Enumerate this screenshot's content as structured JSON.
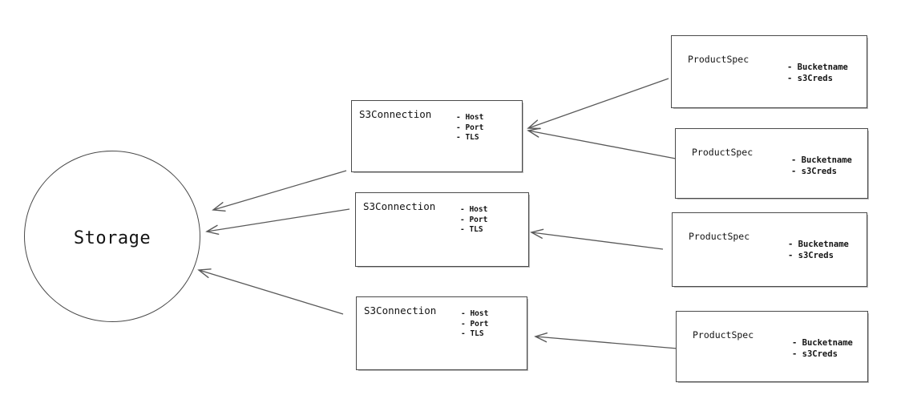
{
  "diagram": {
    "storage": {
      "label": "Storage"
    },
    "s3_connections": [
      {
        "title": "S3Connection",
        "attributes": [
          "- Host",
          "- Port",
          "- TLS"
        ]
      },
      {
        "title": "S3Connection",
        "attributes": [
          "- Host",
          "- Port",
          "- TLS"
        ]
      },
      {
        "title": "S3Connection",
        "attributes": [
          "- Host",
          "- Port",
          "- TLS"
        ]
      }
    ],
    "product_specs": [
      {
        "title": "ProductSpec",
        "attributes": [
          "- Bucketname",
          "- s3Creds"
        ]
      },
      {
        "title": "ProductSpec",
        "attributes": [
          "- Bucketname",
          "- s3Creds"
        ]
      },
      {
        "title": "ProductSpec",
        "attributes": [
          "- Bucketname",
          "- s3Creds"
        ]
      },
      {
        "title": "ProductSpec",
        "attributes": [
          "- Bucketname",
          "- s3Creds"
        ]
      }
    ],
    "edges": [
      {
        "from": "product-spec-1",
        "to": "s3-connection-1"
      },
      {
        "from": "product-spec-2",
        "to": "s3-connection-1"
      },
      {
        "from": "product-spec-3",
        "to": "s3-connection-2"
      },
      {
        "from": "product-spec-4",
        "to": "s3-connection-3"
      },
      {
        "from": "s3-connection-1",
        "to": "storage"
      },
      {
        "from": "s3-connection-2",
        "to": "storage"
      },
      {
        "from": "s3-connection-3",
        "to": "storage"
      }
    ],
    "colors": {
      "background": "#ffffff",
      "shape_stroke": "#4a4a4a",
      "arrow_stroke": "#595959",
      "text": "#141414"
    }
  }
}
